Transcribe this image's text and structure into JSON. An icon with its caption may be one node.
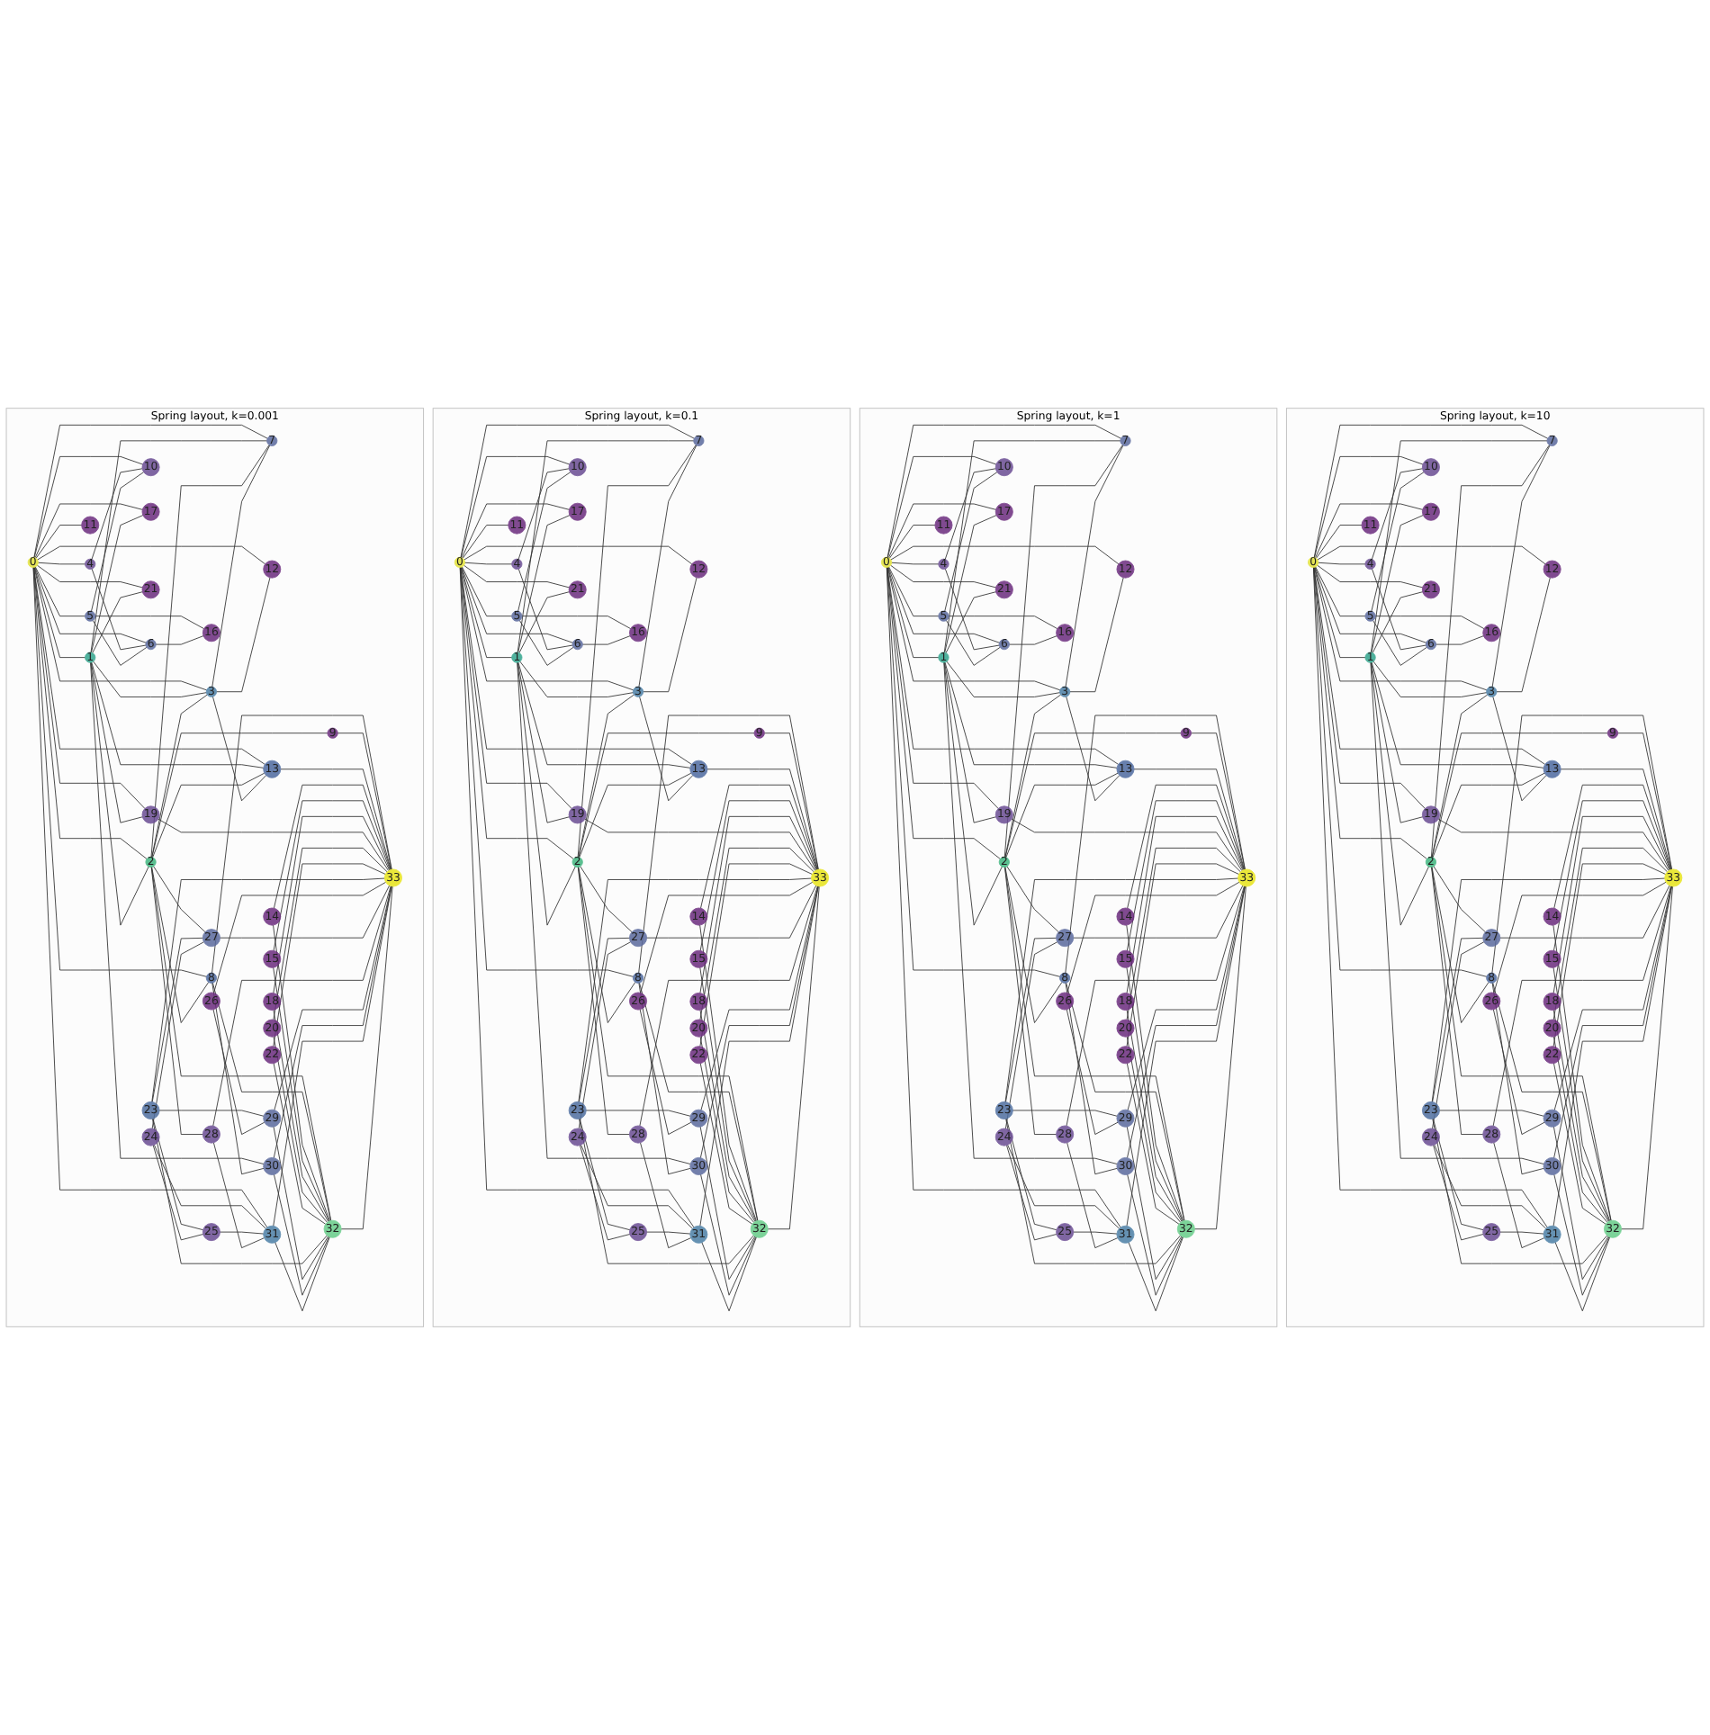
{
  "diagram": {
    "nodes": [
      {
        "text": [
          "Spring layout, k=0.001"
        ]
      },
      {
        "text": [
          "0"
        ],
        "in": 0
      },
      {
        "text": [
          "1"
        ],
        "in": 0
      },
      {
        "text": [
          "2"
        ],
        "in": 0
      },
      {
        "text": [
          "3"
        ],
        "in": 0
      },
      {
        "text": [
          "4"
        ],
        "in": 0
      },
      {
        "text": [
          "5"
        ],
        "in": 0
      },
      {
        "text": [
          "6"
        ],
        "in": 0
      },
      {
        "text": [
          "7"
        ],
        "in": 0
      },
      {
        "text": [
          "8"
        ],
        "in": 0
      },
      {
        "text": [
          "9"
        ],
        "in": 0
      },
      {
        "text": [
          "10"
        ],
        "in": 0
      },
      {
        "text": [
          "11"
        ],
        "in": 0
      },
      {
        "text": [
          "12"
        ],
        "in": 0
      },
      {
        "text": [
          "13"
        ],
        "in": 0
      },
      {
        "text": [
          "14"
        ],
        "in": 0
      },
      {
        "text": [
          "15"
        ],
        "in": 0
      },
      {
        "text": [
          "16"
        ],
        "in": 0
      },
      {
        "text": [
          "17"
        ],
        "in": 0
      },
      {
        "text": [
          "18"
        ],
        "in": 0
      },
      {
        "text": [
          "19"
        ],
        "in": 0
      },
      {
        "text": [
          "20"
        ],
        "in": 0
      },
      {
        "text": [
          "21"
        ],
        "in": 0
      },
      {
        "text": [
          "22"
        ],
        "in": 0
      },
      {
        "text": [
          "23"
        ],
        "in": 0
      },
      {
        "text": [
          "24"
        ],
        "in": 0
      },
      {
        "text": [
          "25"
        ],
        "in": 0
      },
      {
        "text": [
          "26"
        ],
        "in": 0
      },
      {
        "text": [
          "27"
        ],
        "in": 0
      },
      {
        "text": [
          "28"
        ],
        "in": 0
      },
      {
        "text": [
          "29"
        ],
        "in": 0
      },
      {
        "text": [
          "30"
        ],
        "in": 0
      },
      {
        "text": [
          "31"
        ],
        "in": 0
      },
      {
        "text": [
          "32"
        ],
        "in": 0
      },
      {
        "text": [
          "33"
        ],
        "in": 0
      },
      {
        "text": [
          "Spring layout, k=0.1"
        ]
      },
      {
        "text": [
          "0"
        ],
        "in": 35
      },
      {
        "text": [
          "1"
        ],
        "in": 35
      },
      {
        "text": [
          "2"
        ],
        "in": 35
      },
      {
        "text": [
          "3"
        ],
        "in": 35
      },
      {
        "text": [
          "4"
        ],
        "in": 35
      },
      {
        "text": [
          "5"
        ],
        "in": 35
      },
      {
        "text": [
          "6"
        ],
        "in": 35
      },
      {
        "text": [
          "7"
        ],
        "in": 35
      },
      {
        "text": [
          "8"
        ],
        "in": 35
      },
      {
        "text": [
          "9"
        ],
        "in": 35
      },
      {
        "text": [
          "10"
        ],
        "in": 35
      },
      {
        "text": [
          "11"
        ],
        "in": 35
      },
      {
        "text": [
          "12"
        ],
        "in": 35
      },
      {
        "text": [
          "13"
        ],
        "in": 35
      },
      {
        "text": [
          "14"
        ],
        "in": 35
      },
      {
        "text": [
          "15"
        ],
        "in": 35
      },
      {
        "text": [
          "16"
        ],
        "in": 35
      },
      {
        "text": [
          "17"
        ],
        "in": 35
      },
      {
        "text": [
          "18"
        ],
        "in": 35
      },
      {
        "text": [
          "19"
        ],
        "in": 35
      },
      {
        "text": [
          "20"
        ],
        "in": 35
      },
      {
        "text": [
          "21"
        ],
        "in": 35
      },
      {
        "text": [
          "22"
        ],
        "in": 35
      },
      {
        "text": [
          "23"
        ],
        "in": 35
      },
      {
        "text": [
          "24"
        ],
        "in": 35
      },
      {
        "text": [
          "25"
        ],
        "in": 35
      },
      {
        "text": [
          "26"
        ],
        "in": 35
      },
      {
        "text": [
          "27"
        ],
        "in": 35
      },
      {
        "text": [
          "28"
        ],
        "in": 35
      },
      {
        "text": [
          "29"
        ],
        "in": 35
      },
      {
        "text": [
          "30"
        ],
        "in": 35
      },
      {
        "text": [
          "31"
        ],
        "in": 35
      },
      {
        "text": [
          "32"
        ],
        "in": 35
      },
      {
        "text": [
          "33"
        ],
        "in": 35
      },
      {
        "text": [
          "Spring layout, k=1"
        ]
      },
      {
        "text": [
          "0"
        ],
        "in": 70
      },
      {
        "text": [
          "1"
        ],
        "in": 70
      },
      {
        "text": [
          "2"
        ],
        "in": 70
      },
      {
        "text": [
          "3"
        ],
        "in": 70
      },
      {
        "text": [
          "4"
        ],
        "in": 70
      },
      {
        "text": [
          "5"
        ],
        "in": 70
      },
      {
        "text": [
          "6"
        ],
        "in": 70
      },
      {
        "text": [
          "7"
        ],
        "in": 70
      },
      {
        "text": [
          "8"
        ],
        "in": 70
      },
      {
        "text": [
          "9"
        ],
        "in": 70
      },
      {
        "text": [
          "10"
        ],
        "in": 70
      },
      {
        "text": [
          "11"
        ],
        "in": 70
      },
      {
        "text": [
          "12"
        ],
        "in": 70
      },
      {
        "text": [
          "13"
        ],
        "in": 70
      },
      {
        "text": [
          "14"
        ],
        "in": 70
      },
      {
        "text": [
          "15"
        ],
        "in": 70
      },
      {
        "text": [
          "16"
        ],
        "in": 70
      },
      {
        "text": [
          "17"
        ],
        "in": 70
      },
      {
        "text": [
          "18"
        ],
        "in": 70
      },
      {
        "text": [
          "19"
        ],
        "in": 70
      },
      {
        "text": [
          "20"
        ],
        "in": 70
      },
      {
        "text": [
          "21"
        ],
        "in": 70
      },
      {
        "text": [
          "22"
        ],
        "in": 70
      },
      {
        "text": [
          "23"
        ],
        "in": 70
      },
      {
        "text": [
          "24"
        ],
        "in": 70
      },
      {
        "text": [
          "25"
        ],
        "in": 70
      },
      {
        "text": [
          "26"
        ],
        "in": 70
      },
      {
        "text": [
          "27"
        ],
        "in": 70
      },
      {
        "text": [
          "28"
        ],
        "in": 70
      },
      {
        "text": [
          "29"
        ],
        "in": 70
      },
      {
        "text": [
          "30"
        ],
        "in": 70
      },
      {
        "text": [
          "31"
        ],
        "in": 70
      },
      {
        "text": [
          "32"
        ],
        "in": 70
      },
      {
        "text": [
          "33"
        ],
        "in": 70
      },
      {
        "text": [
          "Spring layout, k=10"
        ]
      },
      {
        "text": [
          "0"
        ],
        "in": 105
      },
      {
        "text": [
          "1"
        ],
        "in": 105
      },
      {
        "text": [
          "2"
        ],
        "in": 105
      },
      {
        "text": [
          "3"
        ],
        "in": 105
      },
      {
        "text": [
          "4"
        ],
        "in": 105
      },
      {
        "text": [
          "5"
        ],
        "in": 105
      },
      {
        "text": [
          "6"
        ],
        "in": 105
      },
      {
        "text": [
          "7"
        ],
        "in": 105
      },
      {
        "text": [
          "8"
        ],
        "in": 105
      },
      {
        "text": [
          "9"
        ],
        "in": 105
      },
      {
        "text": [
          "10"
        ],
        "in": 105
      },
      {
        "text": [
          "11"
        ],
        "in": 105
      },
      {
        "text": [
          "12"
        ],
        "in": 105
      },
      {
        "text": [
          "13"
        ],
        "in": 105
      },
      {
        "text": [
          "14"
        ],
        "in": 105
      },
      {
        "text": [
          "15"
        ],
        "in": 105
      },
      {
        "text": [
          "16"
        ],
        "in": 105
      },
      {
        "text": [
          "17"
        ],
        "in": 105
      },
      {
        "text": [
          "18"
        ],
        "in": 105
      },
      {
        "text": [
          "19"
        ],
        "in": 105
      },
      {
        "text": [
          "20"
        ],
        "in": 105
      },
      {
        "text": [
          "21"
        ],
        "in": 105
      },
      {
        "text": [
          "22"
        ],
        "in": 105
      },
      {
        "text": [
          "23"
        ],
        "in": 105
      },
      {
        "text": [
          "24"
        ],
        "in": 105
      },
      {
        "text": [
          "25"
        ],
        "in": 105
      },
      {
        "text": [
          "26"
        ],
        "in": 105
      },
      {
        "text": [
          "27"
        ],
        "in": 105
      },
      {
        "text": [
          "28"
        ],
        "in": 105
      },
      {
        "text": [
          "29"
        ],
        "in": 105
      },
      {
        "text": [
          "30"
        ],
        "in": 105
      },
      {
        "text": [
          "31"
        ],
        "in": 105
      },
      {
        "text": [
          "32"
        ],
        "in": 105
      },
      {
        "text": [
          "33"
        ],
        "in": 105
      }
    ],
    "edges": [
      {
        "from": 1,
        "to": 2,
        "arrow": "none"
      },
      {
        "from": 1,
        "to": 3,
        "arrow": "none"
      },
      {
        "from": 1,
        "to": 4,
        "arrow": "none"
      },
      {
        "from": 1,
        "to": 5,
        "arrow": "none"
      },
      {
        "from": 1,
        "to": 6,
        "arrow": "none"
      },
      {
        "from": 1,
        "to": 7,
        "arrow": "none"
      },
      {
        "from": 1,
        "to": 8,
        "arrow": "none"
      },
      {
        "from": 1,
        "to": 9,
        "arrow": "none"
      },
      {
        "from": 1,
        "to": 11,
        "arrow": "none"
      },
      {
        "from": 1,
        "to": 12,
        "arrow": "none"
      },
      {
        "from": 1,
        "to": 13,
        "arrow": "none"
      },
      {
        "from": 1,
        "to": 14,
        "arrow": "none"
      },
      {
        "from": 1,
        "to": 18,
        "arrow": "none"
      },
      {
        "from": 1,
        "to": 20,
        "arrow": "none"
      },
      {
        "from": 1,
        "to": 22,
        "arrow": "none"
      },
      {
        "from": 1,
        "to": 32,
        "arrow": "none"
      },
      {
        "from": 2,
        "to": 3,
        "arrow": "none"
      },
      {
        "from": 2,
        "to": 4,
        "arrow": "none"
      },
      {
        "from": 2,
        "to": 8,
        "arrow": "none"
      },
      {
        "from": 2,
        "to": 14,
        "arrow": "none"
      },
      {
        "from": 2,
        "to": 18,
        "arrow": "none"
      },
      {
        "from": 2,
        "to": 20,
        "arrow": "none"
      },
      {
        "from": 2,
        "to": 22,
        "arrow": "none"
      },
      {
        "from": 2,
        "to": 31,
        "arrow": "none"
      },
      {
        "from": 3,
        "to": 4,
        "arrow": "none"
      },
      {
        "from": 3,
        "to": 8,
        "arrow": "none"
      },
      {
        "from": 3,
        "to": 9,
        "arrow": "none"
      },
      {
        "from": 3,
        "to": 10,
        "arrow": "none"
      },
      {
        "from": 3,
        "to": 14,
        "arrow": "none"
      },
      {
        "from": 3,
        "to": 28,
        "arrow": "none"
      },
      {
        "from": 3,
        "to": 29,
        "arrow": "none"
      },
      {
        "from": 3,
        "to": 33,
        "arrow": "none"
      },
      {
        "from": 4,
        "to": 8,
        "arrow": "none"
      },
      {
        "from": 4,
        "to": 13,
        "arrow": "none"
      },
      {
        "from": 4,
        "to": 14,
        "arrow": "none"
      },
      {
        "from": 5,
        "to": 7,
        "arrow": "none"
      },
      {
        "from": 5,
        "to": 11,
        "arrow": "none"
      },
      {
        "from": 6,
        "to": 7,
        "arrow": "none"
      },
      {
        "from": 6,
        "to": 11,
        "arrow": "none"
      },
      {
        "from": 6,
        "to": 17,
        "arrow": "none"
      },
      {
        "from": 7,
        "to": 17,
        "arrow": "none"
      },
      {
        "from": 9,
        "to": 31,
        "arrow": "none"
      },
      {
        "from": 9,
        "to": 33,
        "arrow": "none"
      },
      {
        "from": 9,
        "to": 34,
        "arrow": "none"
      },
      {
        "from": 10,
        "to": 34,
        "arrow": "none"
      },
      {
        "from": 14,
        "to": 34,
        "arrow": "none"
      },
      {
        "from": 15,
        "to": 33,
        "arrow": "none"
      },
      {
        "from": 15,
        "to": 34,
        "arrow": "none"
      },
      {
        "from": 16,
        "to": 33,
        "arrow": "none"
      },
      {
        "from": 16,
        "to": 34,
        "arrow": "none"
      },
      {
        "from": 19,
        "to": 33,
        "arrow": "none"
      },
      {
        "from": 19,
        "to": 34,
        "arrow": "none"
      },
      {
        "from": 20,
        "to": 34,
        "arrow": "none"
      },
      {
        "from": 21,
        "to": 33,
        "arrow": "none"
      },
      {
        "from": 21,
        "to": 34,
        "arrow": "none"
      },
      {
        "from": 23,
        "to": 33,
        "arrow": "none"
      },
      {
        "from": 23,
        "to": 34,
        "arrow": "none"
      },
      {
        "from": 24,
        "to": 26,
        "arrow": "none"
      },
      {
        "from": 24,
        "to": 28,
        "arrow": "none"
      },
      {
        "from": 24,
        "to": 30,
        "arrow": "none"
      },
      {
        "from": 24,
        "to": 33,
        "arrow": "none"
      },
      {
        "from": 24,
        "to": 34,
        "arrow": "none"
      },
      {
        "from": 25,
        "to": 26,
        "arrow": "none"
      },
      {
        "from": 25,
        "to": 28,
        "arrow": "none"
      },
      {
        "from": 25,
        "to": 32,
        "arrow": "none"
      },
      {
        "from": 26,
        "to": 32,
        "arrow": "none"
      },
      {
        "from": 27,
        "to": 30,
        "arrow": "none"
      },
      {
        "from": 27,
        "to": 34,
        "arrow": "none"
      },
      {
        "from": 28,
        "to": 34,
        "arrow": "none"
      },
      {
        "from": 29,
        "to": 32,
        "arrow": "none"
      },
      {
        "from": 29,
        "to": 34,
        "arrow": "none"
      },
      {
        "from": 30,
        "to": 33,
        "arrow": "none"
      },
      {
        "from": 30,
        "to": 34,
        "arrow": "none"
      },
      {
        "from": 31,
        "to": 33,
        "arrow": "none"
      },
      {
        "from": 31,
        "to": 34,
        "arrow": "none"
      },
      {
        "from": 32,
        "to": 33,
        "arrow": "none"
      },
      {
        "from": 32,
        "to": 34,
        "arrow": "none"
      },
      {
        "from": 33,
        "to": 34,
        "arrow": "none"
      },
      {
        "from": 36,
        "to": 37,
        "arrow": "none"
      },
      {
        "from": 36,
        "to": 38,
        "arrow": "none"
      },
      {
        "from": 36,
        "to": 39,
        "arrow": "none"
      },
      {
        "from": 36,
        "to": 40,
        "arrow": "none"
      },
      {
        "from": 36,
        "to": 41,
        "arrow": "none"
      },
      {
        "from": 36,
        "to": 42,
        "arrow": "none"
      },
      {
        "from": 36,
        "to": 43,
        "arrow": "none"
      },
      {
        "from": 36,
        "to": 44,
        "arrow": "none"
      },
      {
        "from": 36,
        "to": 46,
        "arrow": "none"
      },
      {
        "from": 36,
        "to": 47,
        "arrow": "none"
      },
      {
        "from": 36,
        "to": 48,
        "arrow": "none"
      },
      {
        "from": 36,
        "to": 49,
        "arrow": "none"
      },
      {
        "from": 36,
        "to": 53,
        "arrow": "none"
      },
      {
        "from": 36,
        "to": 55,
        "arrow": "none"
      },
      {
        "from": 36,
        "to": 57,
        "arrow": "none"
      },
      {
        "from": 36,
        "to": 67,
        "arrow": "none"
      },
      {
        "from": 37,
        "to": 38,
        "arrow": "none"
      },
      {
        "from": 37,
        "to": 39,
        "arrow": "none"
      },
      {
        "from": 37,
        "to": 43,
        "arrow": "none"
      },
      {
        "from": 37,
        "to": 49,
        "arrow": "none"
      },
      {
        "from": 37,
        "to": 53,
        "arrow": "none"
      },
      {
        "from": 37,
        "to": 55,
        "arrow": "none"
      },
      {
        "from": 37,
        "to": 57,
        "arrow": "none"
      },
      {
        "from": 37,
        "to": 66,
        "arrow": "none"
      },
      {
        "from": 38,
        "to": 39,
        "arrow": "none"
      },
      {
        "from": 38,
        "to": 43,
        "arrow": "none"
      },
      {
        "from": 38,
        "to": 44,
        "arrow": "none"
      },
      {
        "from": 38,
        "to": 45,
        "arrow": "none"
      },
      {
        "from": 38,
        "to": 49,
        "arrow": "none"
      },
      {
        "from": 38,
        "to": 63,
        "arrow": "none"
      },
      {
        "from": 38,
        "to": 64,
        "arrow": "none"
      },
      {
        "from": 38,
        "to": 68,
        "arrow": "none"
      },
      {
        "from": 39,
        "to": 43,
        "arrow": "none"
      },
      {
        "from": 39,
        "to": 48,
        "arrow": "none"
      },
      {
        "from": 39,
        "to": 49,
        "arrow": "none"
      },
      {
        "from": 40,
        "to": 42,
        "arrow": "none"
      },
      {
        "from": 40,
        "to": 46,
        "arrow": "none"
      },
      {
        "from": 41,
        "to": 42,
        "arrow": "none"
      },
      {
        "from": 41,
        "to": 46,
        "arrow": "none"
      },
      {
        "from": 41,
        "to": 52,
        "arrow": "none"
      },
      {
        "from": 42,
        "to": 52,
        "arrow": "none"
      },
      {
        "from": 44,
        "to": 66,
        "arrow": "none"
      },
      {
        "from": 44,
        "to": 68,
        "arrow": "none"
      },
      {
        "from": 44,
        "to": 69,
        "arrow": "none"
      },
      {
        "from": 45,
        "to": 69,
        "arrow": "none"
      },
      {
        "from": 49,
        "to": 69,
        "arrow": "none"
      },
      {
        "from": 50,
        "to": 68,
        "arrow": "none"
      },
      {
        "from": 50,
        "to": 69,
        "arrow": "none"
      },
      {
        "from": 51,
        "to": 68,
        "arrow": "none"
      },
      {
        "from": 51,
        "to": 69,
        "arrow": "none"
      },
      {
        "from": 54,
        "to": 68,
        "arrow": "none"
      },
      {
        "from": 54,
        "to": 69,
        "arrow": "none"
      },
      {
        "from": 55,
        "to": 69,
        "arrow": "none"
      },
      {
        "from": 56,
        "to": 68,
        "arrow": "none"
      },
      {
        "from": 56,
        "to": 69,
        "arrow": "none"
      },
      {
        "from": 58,
        "to": 68,
        "arrow": "none"
      },
      {
        "from": 58,
        "to": 69,
        "arrow": "none"
      },
      {
        "from": 59,
        "to": 61,
        "arrow": "none"
      },
      {
        "from": 59,
        "to": 63,
        "arrow": "none"
      },
      {
        "from": 59,
        "to": 65,
        "arrow": "none"
      },
      {
        "from": 59,
        "to": 68,
        "arrow": "none"
      },
      {
        "from": 59,
        "to": 69,
        "arrow": "none"
      },
      {
        "from": 60,
        "to": 61,
        "arrow": "none"
      },
      {
        "from": 60,
        "to": 63,
        "arrow": "none"
      },
      {
        "from": 60,
        "to": 67,
        "arrow": "none"
      },
      {
        "from": 61,
        "to": 67,
        "arrow": "none"
      },
      {
        "from": 62,
        "to": 65,
        "arrow": "none"
      },
      {
        "from": 62,
        "to": 69,
        "arrow": "none"
      },
      {
        "from": 63,
        "to": 69,
        "arrow": "none"
      },
      {
        "from": 64,
        "to": 67,
        "arrow": "none"
      },
      {
        "from": 64,
        "to": 69,
        "arrow": "none"
      },
      {
        "from": 65,
        "to": 68,
        "arrow": "none"
      },
      {
        "from": 65,
        "to": 69,
        "arrow": "none"
      },
      {
        "from": 66,
        "to": 68,
        "arrow": "none"
      },
      {
        "from": 66,
        "to": 69,
        "arrow": "none"
      },
      {
        "from": 67,
        "to": 68,
        "arrow": "none"
      },
      {
        "from": 67,
        "to": 69,
        "arrow": "none"
      },
      {
        "from": 68,
        "to": 69,
        "arrow": "none"
      },
      {
        "from": 71,
        "to": 72,
        "arrow": "none"
      },
      {
        "from": 71,
        "to": 73,
        "arrow": "none"
      },
      {
        "from": 71,
        "to": 74,
        "arrow": "none"
      },
      {
        "from": 71,
        "to": 75,
        "arrow": "none"
      },
      {
        "from": 71,
        "to": 76,
        "arrow": "none"
      },
      {
        "from": 71,
        "to": 77,
        "arrow": "none"
      },
      {
        "from": 71,
        "to": 78,
        "arrow": "none"
      },
      {
        "from": 71,
        "to": 79,
        "arrow": "none"
      },
      {
        "from": 71,
        "to": 81,
        "arrow": "none"
      },
      {
        "from": 71,
        "to": 82,
        "arrow": "none"
      },
      {
        "from": 71,
        "to": 83,
        "arrow": "none"
      },
      {
        "from": 71,
        "to": 84,
        "arrow": "none"
      },
      {
        "from": 71,
        "to": 88,
        "arrow": "none"
      },
      {
        "from": 71,
        "to": 90,
        "arrow": "none"
      },
      {
        "from": 71,
        "to": 92,
        "arrow": "none"
      },
      {
        "from": 71,
        "to": 102,
        "arrow": "none"
      },
      {
        "from": 72,
        "to": 73,
        "arrow": "none"
      },
      {
        "from": 72,
        "to": 74,
        "arrow": "none"
      },
      {
        "from": 72,
        "to": 78,
        "arrow": "none"
      },
      {
        "from": 72,
        "to": 84,
        "arrow": "none"
      },
      {
        "from": 72,
        "to": 88,
        "arrow": "none"
      },
      {
        "from": 72,
        "to": 90,
        "arrow": "none"
      },
      {
        "from": 72,
        "to": 92,
        "arrow": "none"
      },
      {
        "from": 72,
        "to": 101,
        "arrow": "none"
      },
      {
        "from": 73,
        "to": 74,
        "arrow": "none"
      },
      {
        "from": 73,
        "to": 78,
        "arrow": "none"
      },
      {
        "from": 73,
        "to": 79,
        "arrow": "none"
      },
      {
        "from": 73,
        "to": 80,
        "arrow": "none"
      },
      {
        "from": 73,
        "to": 84,
        "arrow": "none"
      },
      {
        "from": 73,
        "to": 98,
        "arrow": "none"
      },
      {
        "from": 73,
        "to": 99,
        "arrow": "none"
      },
      {
        "from": 73,
        "to": 103,
        "arrow": "none"
      },
      {
        "from": 74,
        "to": 78,
        "arrow": "none"
      },
      {
        "from": 74,
        "to": 83,
        "arrow": "none"
      },
      {
        "from": 74,
        "to": 84,
        "arrow": "none"
      },
      {
        "from": 75,
        "to": 77,
        "arrow": "none"
      },
      {
        "from": 75,
        "to": 81,
        "arrow": "none"
      },
      {
        "from": 76,
        "to": 77,
        "arrow": "none"
      },
      {
        "from": 76,
        "to": 81,
        "arrow": "none"
      },
      {
        "from": 76,
        "to": 87,
        "arrow": "none"
      },
      {
        "from": 77,
        "to": 87,
        "arrow": "none"
      },
      {
        "from": 79,
        "to": 101,
        "arrow": "none"
      },
      {
        "from": 79,
        "to": 103,
        "arrow": "none"
      },
      {
        "from": 79,
        "to": 104,
        "arrow": "none"
      },
      {
        "from": 80,
        "to": 104,
        "arrow": "none"
      },
      {
        "from": 84,
        "to": 104,
        "arrow": "none"
      },
      {
        "from": 85,
        "to": 103,
        "arrow": "none"
      },
      {
        "from": 85,
        "to": 104,
        "arrow": "none"
      },
      {
        "from": 86,
        "to": 103,
        "arrow": "none"
      },
      {
        "from": 86,
        "to": 104,
        "arrow": "none"
      },
      {
        "from": 89,
        "to": 103,
        "arrow": "none"
      },
      {
        "from": 89,
        "to": 104,
        "arrow": "none"
      },
      {
        "from": 90,
        "to": 104,
        "arrow": "none"
      },
      {
        "from": 91,
        "to": 103,
        "arrow": "none"
      },
      {
        "from": 91,
        "to": 104,
        "arrow": "none"
      },
      {
        "from": 93,
        "to": 103,
        "arrow": "none"
      },
      {
        "from": 93,
        "to": 104,
        "arrow": "none"
      },
      {
        "from": 94,
        "to": 96,
        "arrow": "none"
      },
      {
        "from": 94,
        "to": 98,
        "arrow": "none"
      },
      {
        "from": 94,
        "to": 100,
        "arrow": "none"
      },
      {
        "from": 94,
        "to": 103,
        "arrow": "none"
      },
      {
        "from": 94,
        "to": 104,
        "arrow": "none"
      },
      {
        "from": 95,
        "to": 96,
        "arrow": "none"
      },
      {
        "from": 95,
        "to": 98,
        "arrow": "none"
      },
      {
        "from": 95,
        "to": 102,
        "arrow": "none"
      },
      {
        "from": 96,
        "to": 102,
        "arrow": "none"
      },
      {
        "from": 97,
        "to": 100,
        "arrow": "none"
      },
      {
        "from": 97,
        "to": 104,
        "arrow": "none"
      },
      {
        "from": 98,
        "to": 104,
        "arrow": "none"
      },
      {
        "from": 99,
        "to": 102,
        "arrow": "none"
      },
      {
        "from": 99,
        "to": 104,
        "arrow": "none"
      },
      {
        "from": 100,
        "to": 103,
        "arrow": "none"
      },
      {
        "from": 100,
        "to": 104,
        "arrow": "none"
      },
      {
        "from": 101,
        "to": 103,
        "arrow": "none"
      },
      {
        "from": 101,
        "to": 104,
        "arrow": "none"
      },
      {
        "from": 102,
        "to": 103,
        "arrow": "none"
      },
      {
        "from": 102,
        "to": 104,
        "arrow": "none"
      },
      {
        "from": 103,
        "to": 104,
        "arrow": "none"
      },
      {
        "from": 106,
        "to": 107,
        "arrow": "none"
      },
      {
        "from": 106,
        "to": 108,
        "arrow": "none"
      },
      {
        "from": 106,
        "to": 109,
        "arrow": "none"
      },
      {
        "from": 106,
        "to": 110,
        "arrow": "none"
      },
      {
        "from": 106,
        "to": 111,
        "arrow": "none"
      },
      {
        "from": 106,
        "to": 112,
        "arrow": "none"
      },
      {
        "from": 106,
        "to": 113,
        "arrow": "none"
      },
      {
        "from": 106,
        "to": 114,
        "arrow": "none"
      },
      {
        "from": 106,
        "to": 116,
        "arrow": "none"
      },
      {
        "from": 106,
        "to": 117,
        "arrow": "none"
      },
      {
        "from": 106,
        "to": 118,
        "arrow": "none"
      },
      {
        "from": 106,
        "to": 119,
        "arrow": "none"
      },
      {
        "from": 106,
        "to": 123,
        "arrow": "none"
      },
      {
        "from": 106,
        "to": 125,
        "arrow": "none"
      },
      {
        "from": 106,
        "to": 127,
        "arrow": "none"
      },
      {
        "from": 106,
        "to": 137,
        "arrow": "none"
      },
      {
        "from": 107,
        "to": 108,
        "arrow": "none"
      },
      {
        "from": 107,
        "to": 109,
        "arrow": "none"
      },
      {
        "from": 107,
        "to": 113,
        "arrow": "none"
      },
      {
        "from": 107,
        "to": 119,
        "arrow": "none"
      },
      {
        "from": 107,
        "to": 123,
        "arrow": "none"
      },
      {
        "from": 107,
        "to": 125,
        "arrow": "none"
      },
      {
        "from": 107,
        "to": 127,
        "arrow": "none"
      },
      {
        "from": 107,
        "to": 136,
        "arrow": "none"
      },
      {
        "from": 108,
        "to": 109,
        "arrow": "none"
      },
      {
        "from": 108,
        "to": 113,
        "arrow": "none"
      },
      {
        "from": 108,
        "to": 114,
        "arrow": "none"
      },
      {
        "from": 108,
        "to": 115,
        "arrow": "none"
      },
      {
        "from": 108,
        "to": 119,
        "arrow": "none"
      },
      {
        "from": 108,
        "to": 133,
        "arrow": "none"
      },
      {
        "from": 108,
        "to": 134,
        "arrow": "none"
      },
      {
        "from": 108,
        "to": 138,
        "arrow": "none"
      },
      {
        "from": 109,
        "to": 113,
        "arrow": "none"
      },
      {
        "from": 109,
        "to": 118,
        "arrow": "none"
      },
      {
        "from": 109,
        "to": 119,
        "arrow": "none"
      },
      {
        "from": 110,
        "to": 112,
        "arrow": "none"
      },
      {
        "from": 110,
        "to": 116,
        "arrow": "none"
      },
      {
        "from": 111,
        "to": 112,
        "arrow": "none"
      },
      {
        "from": 111,
        "to": 116,
        "arrow": "none"
      },
      {
        "from": 111,
        "to": 122,
        "arrow": "none"
      },
      {
        "from": 112,
        "to": 122,
        "arrow": "none"
      },
      {
        "from": 114,
        "to": 136,
        "arrow": "none"
      },
      {
        "from": 114,
        "to": 138,
        "arrow": "none"
      },
      {
        "from": 114,
        "to": 139,
        "arrow": "none"
      },
      {
        "from": 115,
        "to": 139,
        "arrow": "none"
      },
      {
        "from": 119,
        "to": 139,
        "arrow": "none"
      },
      {
        "from": 120,
        "to": 138,
        "arrow": "none"
      },
      {
        "from": 120,
        "to": 139,
        "arrow": "none"
      },
      {
        "from": 121,
        "to": 138,
        "arrow": "none"
      },
      {
        "from": 121,
        "to": 139,
        "arrow": "none"
      },
      {
        "from": 124,
        "to": 138,
        "arrow": "none"
      },
      {
        "from": 124,
        "to": 139,
        "arrow": "none"
      },
      {
        "from": 125,
        "to": 139,
        "arrow": "none"
      },
      {
        "from": 126,
        "to": 138,
        "arrow": "none"
      },
      {
        "from": 126,
        "to": 139,
        "arrow": "none"
      },
      {
        "from": 128,
        "to": 138,
        "arrow": "none"
      },
      {
        "from": 128,
        "to": 139,
        "arrow": "none"
      },
      {
        "from": 129,
        "to": 131,
        "arrow": "none"
      },
      {
        "from": 129,
        "to": 133,
        "arrow": "none"
      },
      {
        "from": 129,
        "to": 135,
        "arrow": "none"
      },
      {
        "from": 129,
        "to": 138,
        "arrow": "none"
      },
      {
        "from": 129,
        "to": 139,
        "arrow": "none"
      },
      {
        "from": 130,
        "to": 131,
        "arrow": "none"
      },
      {
        "from": 130,
        "to": 133,
        "arrow": "none"
      },
      {
        "from": 130,
        "to": 137,
        "arrow": "none"
      },
      {
        "from": 131,
        "to": 137,
        "arrow": "none"
      },
      {
        "from": 132,
        "to": 135,
        "arrow": "none"
      },
      {
        "from": 132,
        "to": 139,
        "arrow": "none"
      },
      {
        "from": 133,
        "to": 139,
        "arrow": "none"
      },
      {
        "from": 134,
        "to": 137,
        "arrow": "none"
      },
      {
        "from": 134,
        "to": 139,
        "arrow": "none"
      },
      {
        "from": 135,
        "to": 138,
        "arrow": "none"
      },
      {
        "from": 135,
        "to": 139,
        "arrow": "none"
      },
      {
        "from": 136,
        "to": 138,
        "arrow": "none"
      },
      {
        "from": 136,
        "to": 139,
        "arrow": "none"
      },
      {
        "from": 137,
        "to": 138,
        "arrow": "none"
      },
      {
        "from": 137,
        "to": 139,
        "arrow": "none"
      },
      {
        "from": 138,
        "to": 139,
        "arrow": "none"
      }
    ]
  }
}
